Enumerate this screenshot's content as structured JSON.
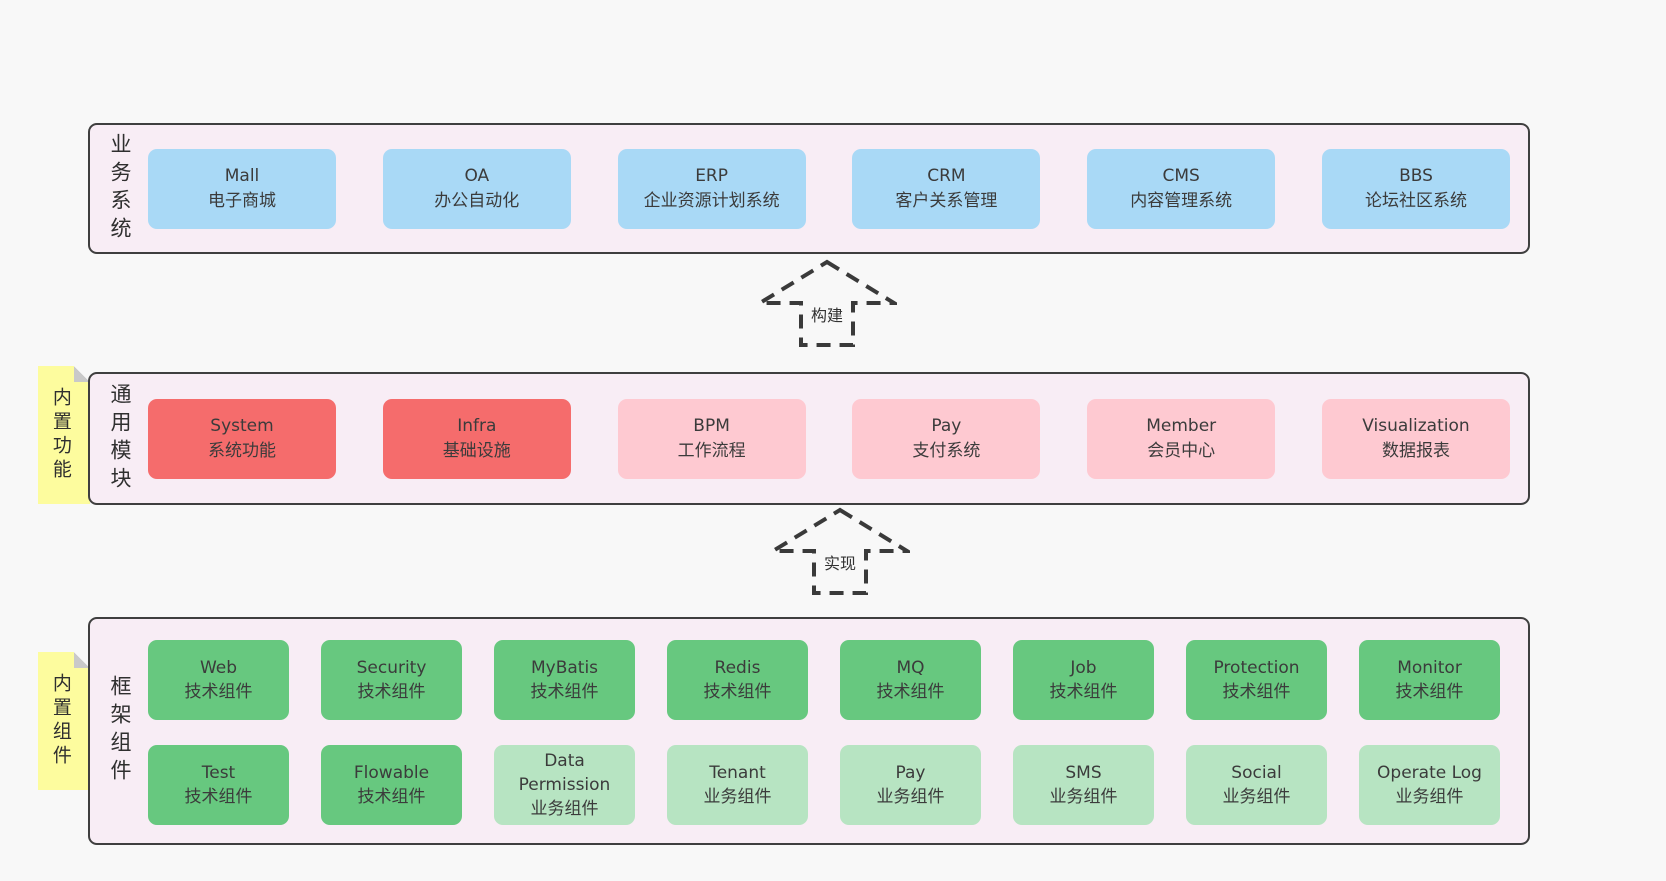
{
  "colors": {
    "page_background": "#f8f8f8",
    "band_background": "#f8edf5",
    "band_border": "#3f3f3f",
    "blue_box": "#a9d9f6",
    "red_box": "#f56c6c",
    "pink_box": "#fec9d1",
    "green_box": "#67c87f",
    "light_green_box": "#b7e4c2",
    "sticky_note_yellow": "#fdfc9e",
    "text": "#3b3b3b"
  },
  "arrows": [
    {
      "label": "构建"
    },
    {
      "label": "实现"
    }
  ],
  "bands": [
    {
      "label": "业务系统",
      "boxes": [
        {
          "name": "Mall",
          "desc": "电子商城"
        },
        {
          "name": "OA",
          "desc": "办公自动化"
        },
        {
          "name": "ERP",
          "desc": "企业资源计划系统"
        },
        {
          "name": "CRM",
          "desc": "客户关系管理"
        },
        {
          "name": "CMS",
          "desc": "内容管理系统"
        },
        {
          "name": "BBS",
          "desc": "论坛社区系统"
        }
      ]
    },
    {
      "label": "通用模块",
      "sticky": "内置功能",
      "boxes": [
        {
          "name": "System",
          "desc": "系统功能"
        },
        {
          "name": "Infra",
          "desc": "基础设施"
        },
        {
          "name": "BPM",
          "desc": "工作流程"
        },
        {
          "name": "Pay",
          "desc": "支付系统"
        },
        {
          "name": "Member",
          "desc": "会员中心"
        },
        {
          "name": "Visualization",
          "desc": "数据报表"
        }
      ]
    },
    {
      "label": "框架组件",
      "sticky": "内置组件",
      "rows": [
        [
          {
            "name": "Web",
            "desc": "技术组件"
          },
          {
            "name": "Security",
            "desc": "技术组件"
          },
          {
            "name": "MyBatis",
            "desc": "技术组件"
          },
          {
            "name": "Redis",
            "desc": "技术组件"
          },
          {
            "name": "MQ",
            "desc": "技术组件"
          },
          {
            "name": "Job",
            "desc": "技术组件"
          },
          {
            "name": "Protection",
            "desc": "技术组件"
          },
          {
            "name": "Monitor",
            "desc": "技术组件"
          }
        ],
        [
          {
            "name": "Test",
            "desc": "技术组件"
          },
          {
            "name": "Flowable",
            "desc": "技术组件"
          },
          {
            "name": "Data Permission",
            "desc": "业务组件"
          },
          {
            "name": "Tenant",
            "desc": "业务组件"
          },
          {
            "name": "Pay",
            "desc": "业务组件"
          },
          {
            "name": "SMS",
            "desc": "业务组件"
          },
          {
            "name": "Social",
            "desc": "业务组件"
          },
          {
            "name": "Operate Log",
            "desc": "业务组件"
          }
        ]
      ]
    }
  ]
}
